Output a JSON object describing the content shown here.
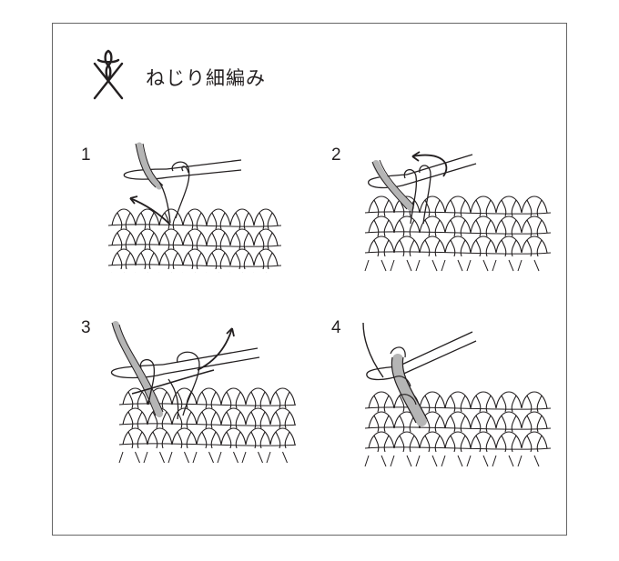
{
  "title": "ねじり細編み",
  "symbol_icon": "twisted-single-crochet-symbol-icon",
  "steps": [
    {
      "number": "1"
    },
    {
      "number": "2"
    },
    {
      "number": "3"
    },
    {
      "number": "4"
    }
  ],
  "colors": {
    "yarn_highlight": "#b5b5b5",
    "line": "#231f20",
    "frame": "#666666"
  }
}
